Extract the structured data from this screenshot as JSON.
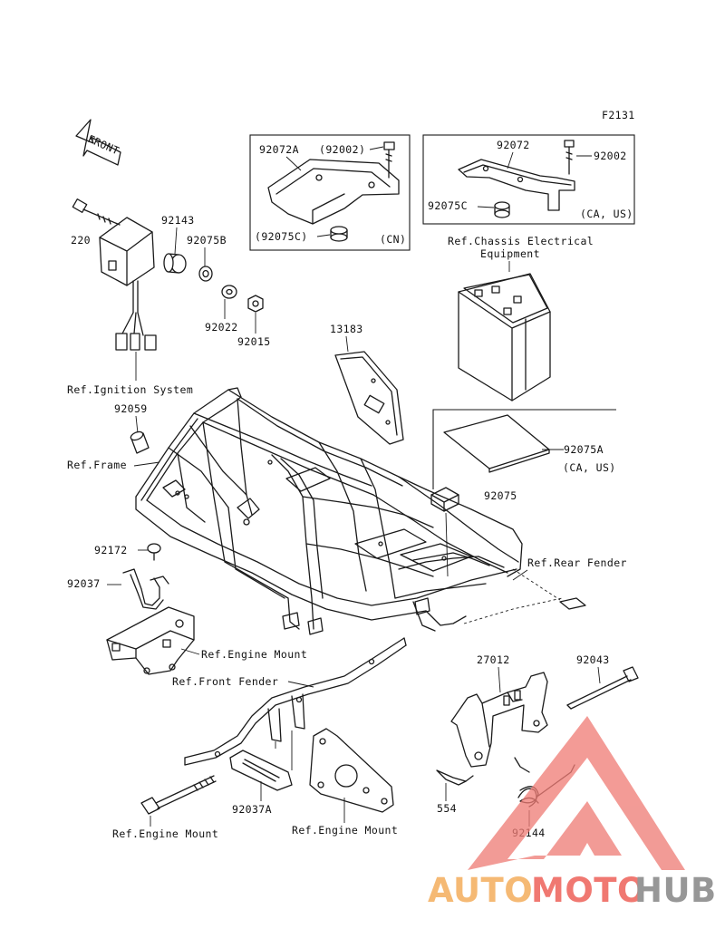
{
  "diagram_code": "F2131",
  "front_label": "FRONT",
  "inset_cn": {
    "part_bracket": "92072A",
    "part_bolt": "(92002)",
    "part_damper": "(92075C)",
    "region": "(CN)"
  },
  "inset_ca_us": {
    "part_bracket": "92072",
    "part_bolt": "92002",
    "part_damper": "92075C",
    "region": "(CA, US)"
  },
  "inset_pad": {
    "part": "92075A",
    "region": "(CA, US)"
  },
  "labels": {
    "p220": "220",
    "p92143": "92143",
    "p92075b": "92075B",
    "p92022": "92022",
    "p92015": "92015",
    "ref_ignition": "Ref.Ignition System",
    "p92059": "92059",
    "ref_frame": "Ref.Frame",
    "p13183": "13183",
    "ref_chassis_line1": "Ref.Chassis Electrical",
    "ref_chassis_line2": "Equipment",
    "p92075": "92075",
    "ref_rear_fender": "Ref.Rear Fender",
    "p92172": "92172",
    "p92037": "92037",
    "ref_engine_mount_1": "Ref.Engine Mount",
    "ref_front_fender": "Ref.Front Fender",
    "p27012": "27012",
    "p92043": "92043",
    "p92037a": "92037A",
    "p554": "554",
    "p92144": "92144",
    "ref_engine_mount_2": "Ref.Engine Mount",
    "ref_engine_mount_3": "Ref.Engine Mount"
  },
  "watermark": {
    "part1": "AUTO",
    "part2": "MOTO",
    "part3": "HUB"
  },
  "colors": {
    "line": "#1a1a1a",
    "watermark_orange": "#f5b265",
    "watermark_red": "#ef6a62",
    "watermark_grey": "#8c8c8c",
    "watermark_triangle": "#ef7c76"
  }
}
